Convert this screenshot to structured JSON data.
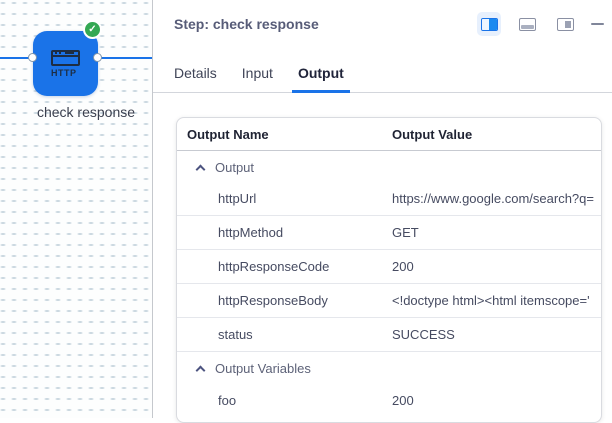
{
  "canvas": {
    "node_label": "check response",
    "node_icon_text": "HTTP",
    "badge_glyph": "✓",
    "colors": {
      "node_blue": "#1a73e8",
      "edge_blue": "#1a73e8",
      "badge_green": "#34a853"
    }
  },
  "panel": {
    "title": "Step: check response",
    "active_tab": "Output",
    "tabs": [
      {
        "label": "Details"
      },
      {
        "label": "Input"
      },
      {
        "label": "Output"
      }
    ],
    "table": {
      "col_name": "Output Name",
      "col_value": "Output Value",
      "group1": {
        "label": "Output",
        "rows": [
          {
            "name": "httpUrl",
            "value": "https://www.google.com/search?q="
          },
          {
            "name": "httpMethod",
            "value": "GET"
          },
          {
            "name": "httpResponseCode",
            "value": "200"
          },
          {
            "name": "httpResponseBody",
            "value": "<!doctype html><html itemscope='"
          },
          {
            "name": "status",
            "value": "SUCCESS"
          }
        ]
      },
      "group2": {
        "label": "Output Variables",
        "rows": [
          {
            "name": "foo",
            "value": "200"
          }
        ]
      }
    }
  }
}
